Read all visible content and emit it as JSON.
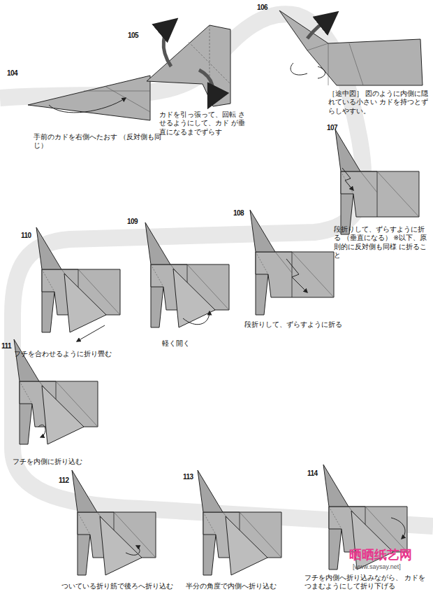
{
  "diagram": {
    "labels": [
      "104",
      "手前のカドを右側へたおす （反対側も同じ）",
      "105",
      "カドを引っ張って、回転 させるようにして、カド が垂直になるまでずらす",
      "106",
      "［途中図］ 図のように内側に隠れている小さい カドを持つとずらしやすい。",
      "107",
      "段折りして、ずらすように折る （垂直になる） ※以下、原則的に反対側も同様 に折ること",
      "108",
      "段折りして、ずらすように折る",
      "109",
      "軽く開く",
      "110",
      "フチを合わせるように折り畳む",
      "111",
      "フチを内側に折り込む",
      "112",
      "ついている折り筋で後ろへ折り込む",
      "113",
      "半分の角度で内側へ折り込む",
      "114",
      "フチを内側へ折り込みながら、 カドをつまむようにして折り下げる",
      "晒晒纸艺网",
      "[www.saysay.net]"
    ]
  }
}
